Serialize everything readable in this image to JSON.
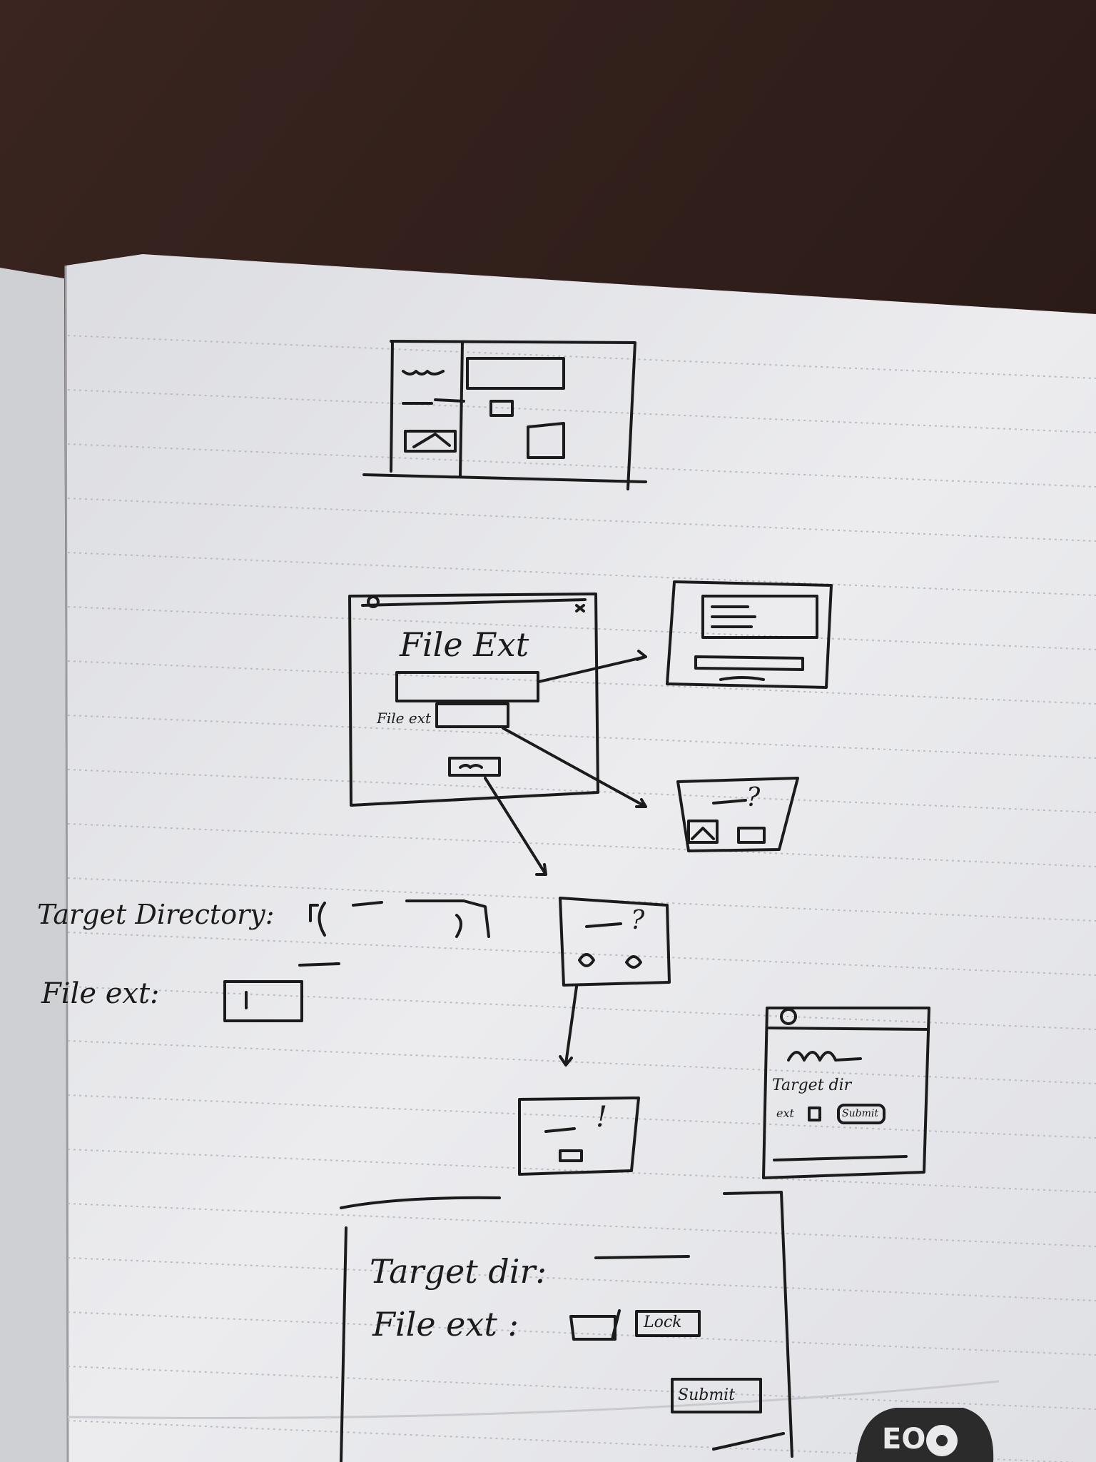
{
  "colors": {
    "table": "#2a1c18",
    "paper": "#e9e9ec",
    "rule_line": "#b9bcc4",
    "ink": "#1b1b1b",
    "logo": "#2b2b2b"
  },
  "sketches": {
    "mock_window": {
      "title": "File Ext",
      "file_ext_label": "File ext",
      "close_icon": "x-icon"
    },
    "question_dialog_right": {
      "mark": "?"
    },
    "question_dialog_center": {
      "mark": "?"
    },
    "alert_dialog": {
      "mark": "!"
    },
    "small_window": {
      "label": "Target dir",
      "ext_label": "ext",
      "button": "Submit"
    },
    "form_labels": {
      "target_directory": "Target Directory:",
      "file_ext": "File ext:"
    },
    "final_form": {
      "target_dir": "Target dir:",
      "file_ext": "File ext :",
      "lock_button": "Lock",
      "submit_button": "Submit"
    }
  },
  "logo": {
    "text": "EO",
    "icon": "eo-logo-icon"
  }
}
